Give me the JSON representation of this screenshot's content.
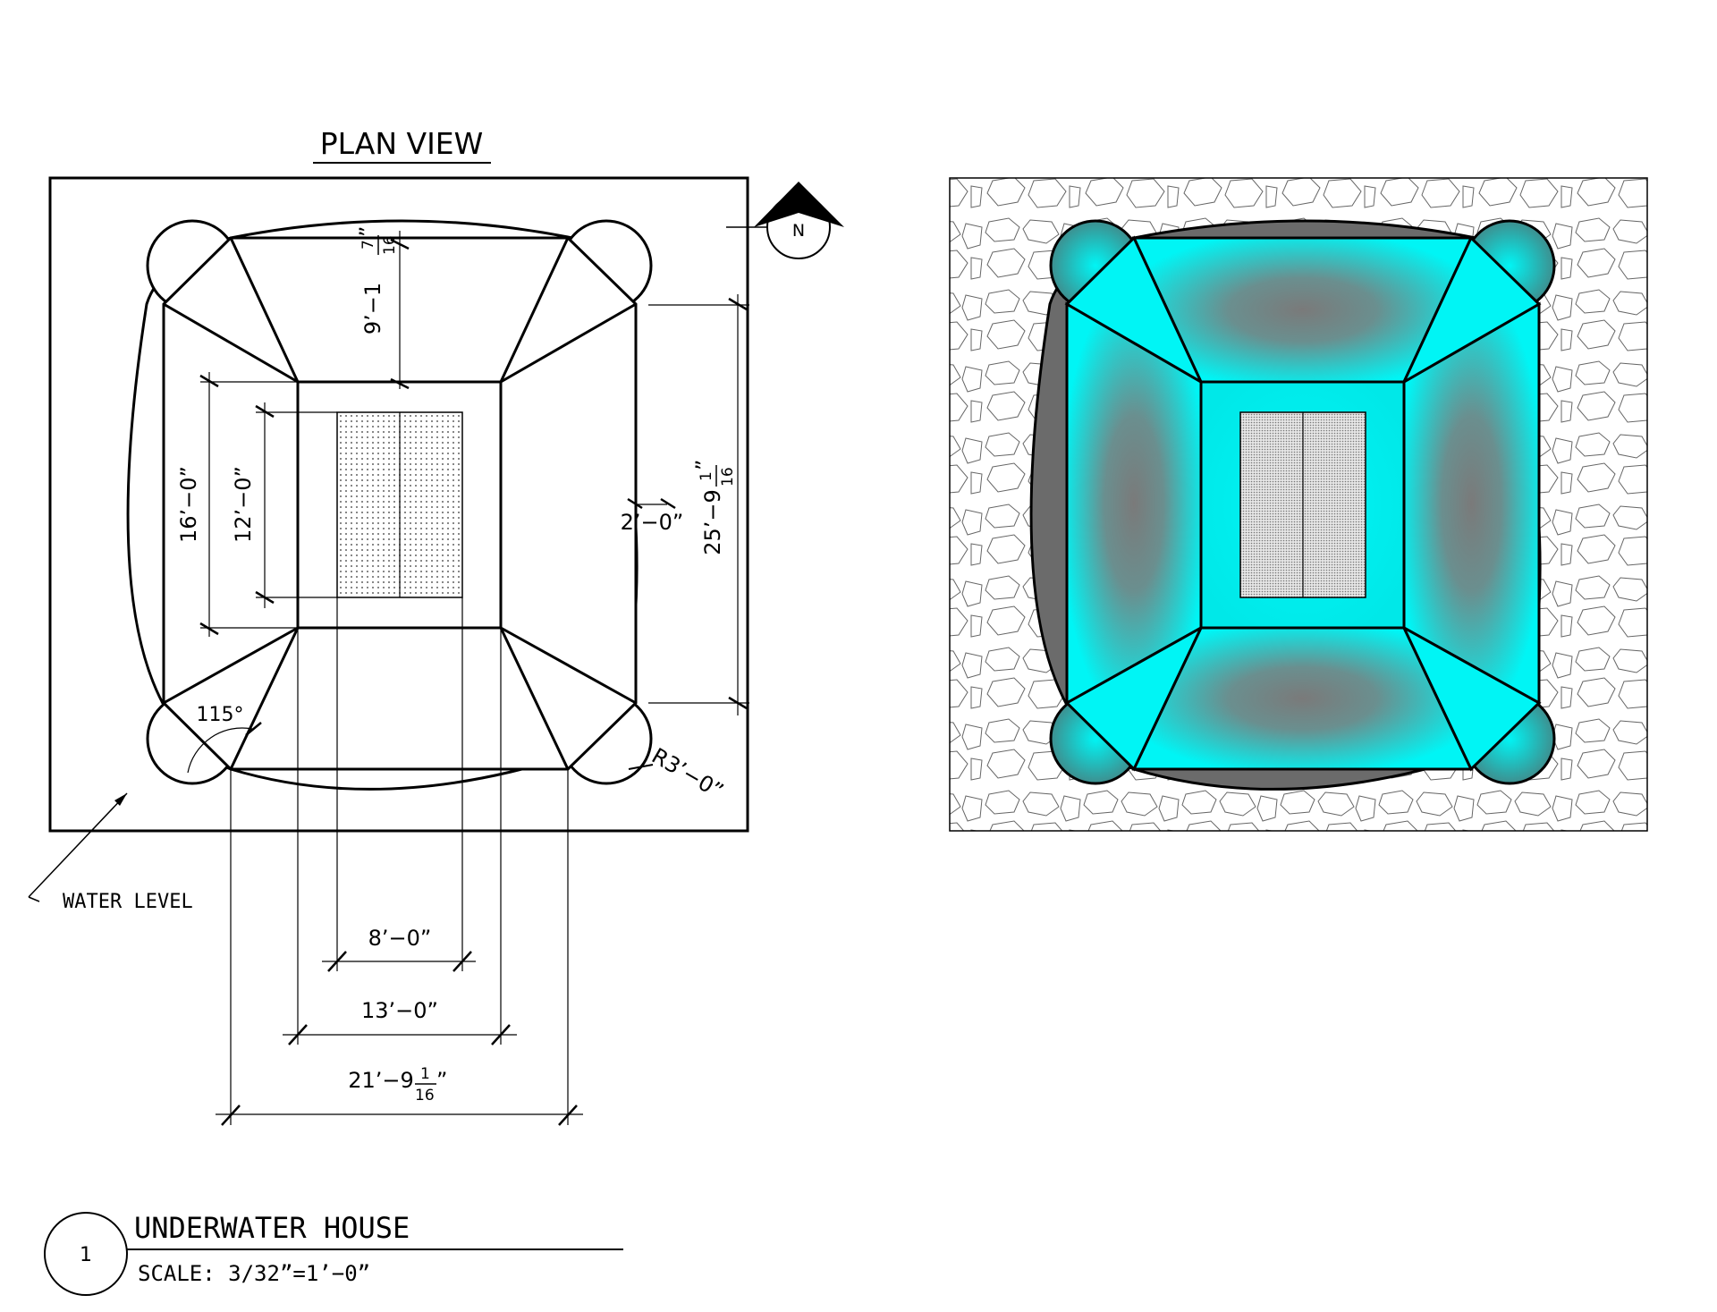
{
  "title": "PLAN VIEW",
  "north_label": "N",
  "water_level_label": "WATER LEVEL",
  "dimensions": {
    "overall_height": {
      "main": "25’−9",
      "num": "1",
      "den": "16",
      "tail": "”"
    },
    "top_depth": {
      "main": "9’−1",
      "num": "7",
      "den": "16",
      "tail": "”"
    },
    "left_outer": "16’−0”",
    "left_inner": "12’−0”",
    "right_small": "2’−0”",
    "angle": "115°",
    "radius": "R3’−0”",
    "bottom_inner": "8’−0”",
    "bottom_mid": "13’−0”",
    "bottom_outer": {
      "main": "21’−9",
      "num": "1",
      "den": "16",
      "tail": "”"
    }
  },
  "title_block": {
    "number": "1",
    "name": "UNDERWATER HOUSE",
    "scale": "SCALE:  3/32”=1’−0”"
  },
  "colors": {
    "glass": "#00f5f5",
    "shell": "#707070",
    "line": "#000000"
  }
}
